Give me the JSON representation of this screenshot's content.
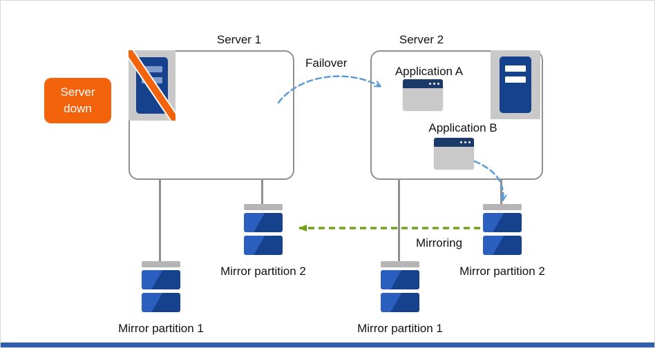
{
  "server1": {
    "title": "Server 1"
  },
  "server2": {
    "title": "Server 2",
    "application_a": "Application A",
    "application_b": "Application B"
  },
  "badge": {
    "server_down": "Server down"
  },
  "arrows": {
    "failover": "Failover",
    "mirroring": "Mirroring"
  },
  "partitions": {
    "server1_mp1": "Mirror partition 1",
    "server1_mp2": "Mirror partition 2",
    "server2_mp1": "Mirror partition 1",
    "server2_mp2": "Mirror partition 2"
  },
  "icons": {
    "server_icon": "css-server-tower",
    "server_down_stripe_icon": "css-diagonal-slash",
    "application_window_icon": "css-app-window",
    "disk_stack_icon": "css-disk-stack"
  },
  "colors": {
    "primary_blue": "#15418d",
    "disk_blue_light": "#2a5fc0",
    "icon_gray": "#c9c9c9",
    "badge_orange": "#f2630c",
    "failover_arrow_blue": "#5b9bd5",
    "mirroring_arrow_green": "#74a019",
    "connector_gray": "#8f8f8f",
    "footer_blue": "#2e5fac"
  }
}
